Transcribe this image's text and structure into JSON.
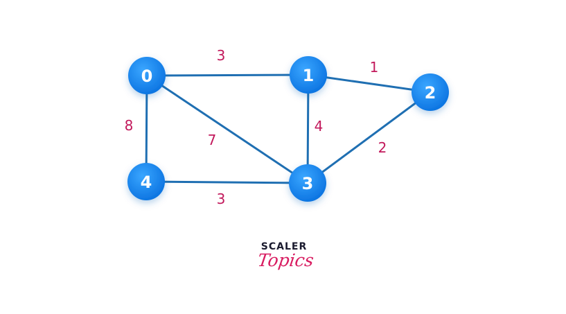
{
  "graph": {
    "nodes": [
      {
        "id": "0",
        "label": "0"
      },
      {
        "id": "1",
        "label": "1"
      },
      {
        "id": "2",
        "label": "2"
      },
      {
        "id": "3",
        "label": "3"
      },
      {
        "id": "4",
        "label": "4"
      }
    ],
    "edges": [
      {
        "from": "0",
        "to": "1",
        "weight": "3"
      },
      {
        "from": "1",
        "to": "2",
        "weight": "1"
      },
      {
        "from": "0",
        "to": "4",
        "weight": "8"
      },
      {
        "from": "0",
        "to": "3",
        "weight": "7"
      },
      {
        "from": "1",
        "to": "3",
        "weight": "4"
      },
      {
        "from": "2",
        "to": "3",
        "weight": "2"
      },
      {
        "from": "4",
        "to": "3",
        "weight": "3"
      }
    ],
    "colors": {
      "node": "#1e90ff",
      "edge": "#1f6fb2",
      "weight": "#c2185b"
    }
  },
  "brand": {
    "top": "SCALER",
    "bottom": "Topics"
  }
}
